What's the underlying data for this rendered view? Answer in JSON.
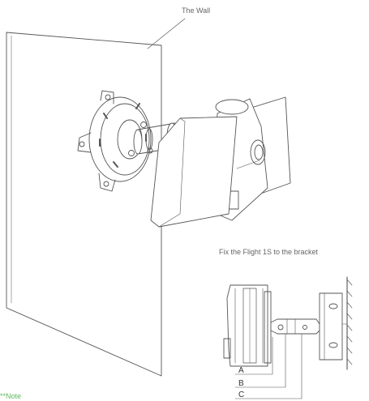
{
  "labels": {
    "wall": "The Wall",
    "caption": "Fix the Flight 1S to the bracket",
    "dim_a": "A",
    "dim_b": "B",
    "dim_c": "C",
    "note": "**Note"
  },
  "colors": {
    "line": "#555555",
    "text": "#666666",
    "note": "#5cb85c"
  }
}
